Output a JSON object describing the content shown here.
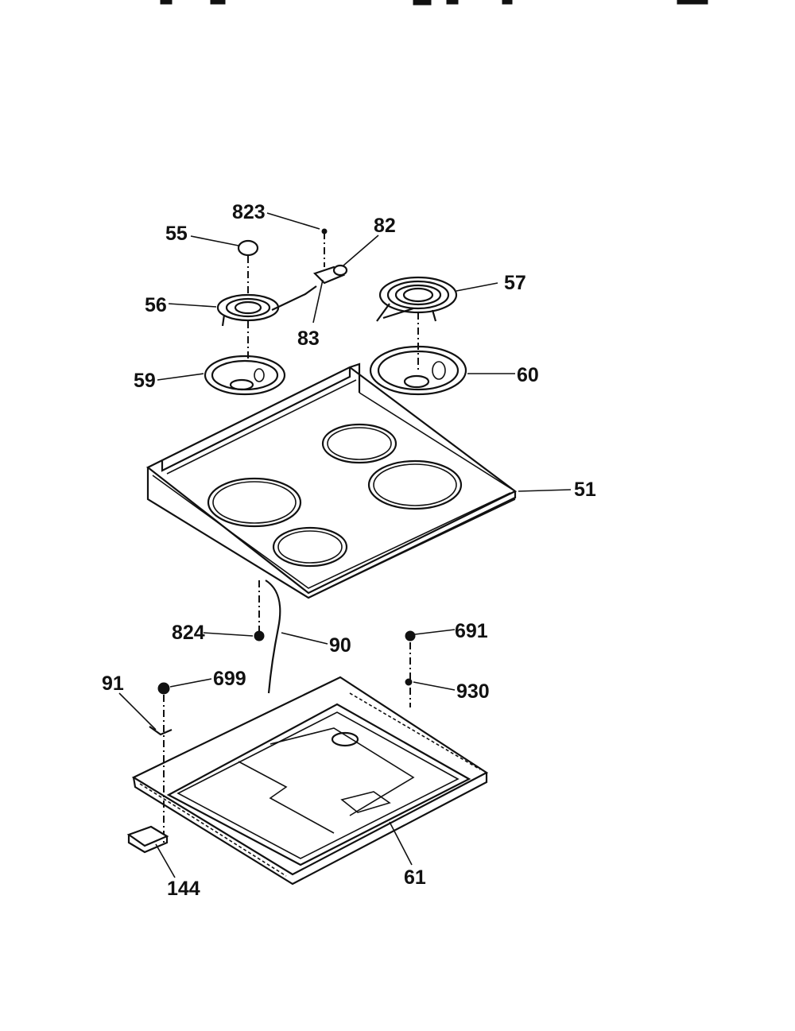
{
  "labels": {
    "p823": "823",
    "p55": "55",
    "p82": "82",
    "p56": "56",
    "p83": "83",
    "p57": "57",
    "p59": "59",
    "p60": "60",
    "p51": "51",
    "p824": "824",
    "p90": "90",
    "p691": "691",
    "p91": "91",
    "p699": "699",
    "p930": "930",
    "p61": "61",
    "p144": "144"
  },
  "colors": {
    "ink": "#111111",
    "paper": "#ffffff"
  }
}
